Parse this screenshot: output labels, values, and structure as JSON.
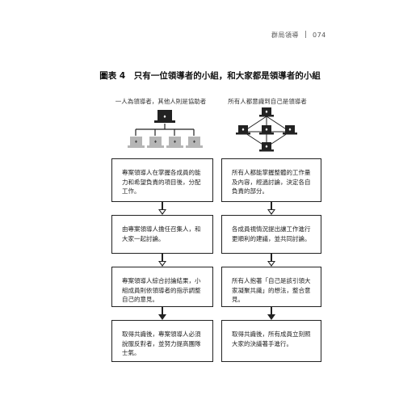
{
  "header": {
    "section": "群局領導",
    "page_number": "074"
  },
  "figure": {
    "title": "圖表 4　只有一位領導者的小組，和大家都是領導者的小組"
  },
  "left": {
    "label": "一人為領導者，其他人則是協助者",
    "steps": [
      "專案領導人在掌握各成員的能力和希望負責的項目後，分配工作。",
      "由專案領導人擔任召集人，和大家一起討論。",
      "專案領導人綜合討論結果，小組成員則依領導者的指示調整自己的意見。",
      "取得共識後，專案領導人必須說服反對者，並努力提高團隊士氣。"
    ]
  },
  "right": {
    "label": "所有人都意識到自己是領導者",
    "steps": [
      "所有人都能掌握整體的工作量及內容，經過討論，決定各自負責的部分。",
      "各成員視情況提出讓工作進行更順利的建議，並共同討論。",
      "所有人抱著「自己是該引領大家凝聚共識」的想法，整合意見。",
      "取得共識後，所有成員立刻照大家的決議著手進行。"
    ]
  },
  "colors": {
    "line": "#222222",
    "screen_dark": "#222222",
    "screen_light": "#b5b5b5"
  },
  "icons": {
    "leader": "laptop-icon-dark",
    "member": "laptop-icon-light"
  }
}
